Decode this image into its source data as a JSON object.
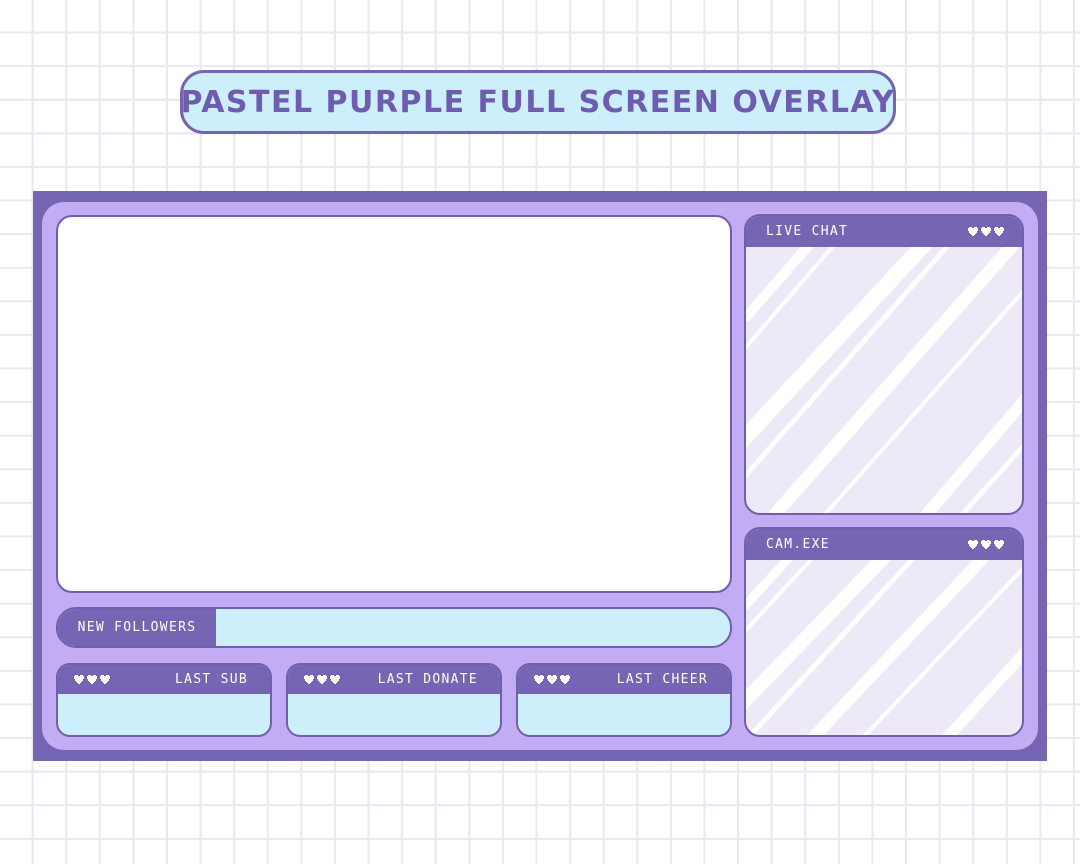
{
  "title": "PASTEL PURPLE FULL SCREEN OVERLAY",
  "colors": {
    "frame": "#7565b2",
    "frame_inner": "#c2acf3",
    "outline": "#6f5fae",
    "light_blue": "#cdeffc",
    "panel_fill": "#eee9f7",
    "title_text": "#6e5cb1",
    "grid_line": "#e9e7f3"
  },
  "overlay": {
    "game_screen": {
      "icon": "blank-screen"
    },
    "new_followers": {
      "label": "NEW FOLLOWERS"
    },
    "alerts": [
      {
        "label": "LAST SUB",
        "icon": "hearts-icon"
      },
      {
        "label": "LAST DONATE",
        "icon": "hearts-icon"
      },
      {
        "label": "LAST CHEER",
        "icon": "hearts-icon"
      }
    ],
    "live_chat": {
      "label": "LIVE CHAT",
      "icon": "hearts-icon"
    },
    "cam": {
      "label": "CAM.EXE",
      "icon": "hearts-icon"
    }
  }
}
